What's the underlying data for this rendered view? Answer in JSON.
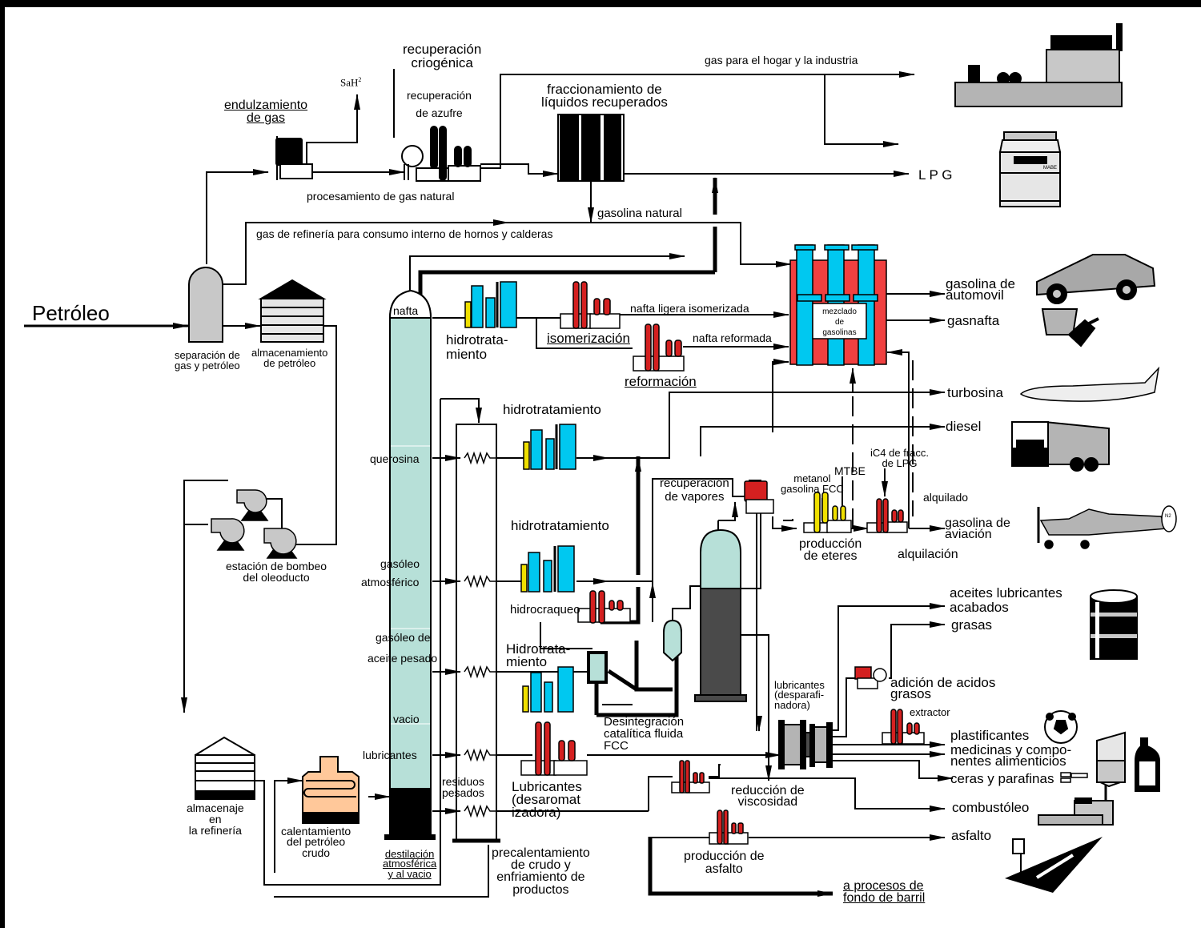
{
  "title_input": "Petróleo",
  "colors": {
    "line": "#000000",
    "column_fill": "#b7e0d8",
    "equipment_blue": "#00c8f0",
    "equipment_red": "#d42020",
    "equipment_yellow": "#f0e000",
    "blender_red": "#f04040",
    "furnace_peach": "#ffc89a",
    "icon_gray": "#c0c0c0",
    "dark_gray": "#4a4a4a"
  },
  "gas_section": {
    "sweetening": [
      "endulzamiento",
      "de gas"
    ],
    "h2s": "SaH",
    "h2s_sup": "2",
    "cryogenic": [
      "recuperación",
      "criogénica"
    ],
    "sulfur": [
      "recuperación",
      "de azufre"
    ],
    "natural_gas_processing": "procesamiento de gas natural",
    "fractionation": [
      "fraccionamiento de",
      "líquidos recuperados"
    ],
    "home_gas": "gas para el hogar y la industria",
    "lpg": "L P G",
    "natural_gasoline": "gasolina natural",
    "refinery_gas": "gas de refinería para consumo interno de hornos y calderas"
  },
  "inlet": {
    "separation": [
      "separación de",
      "gas y petróleo"
    ],
    "storage": [
      "almacenamiento",
      "de petróleo"
    ],
    "pumping": [
      "estación de bombeo",
      "del oleoducto"
    ],
    "refinery_storage": [
      "almacenaje",
      "en",
      "la refinería"
    ],
    "heating": [
      "calentamiento",
      "del petróleo",
      "crudo"
    ]
  },
  "column": {
    "cuts": [
      "nafta",
      "querosina",
      "gasóleo",
      "atmosférico",
      "gasóleo de",
      "aceite pesado",
      "vacio",
      "lubricantes"
    ],
    "residue": [
      "residuos",
      "pesados"
    ],
    "name": [
      "destilación",
      "atmosférica",
      "y al vacio"
    ],
    "preheat": [
      "precalentamiento",
      "de crudo y",
      "enfriamiento de",
      "productos"
    ]
  },
  "processes": {
    "naphtha_hydrotreat": [
      "hidrotrata-",
      "miento"
    ],
    "isomerization": "isomerización",
    "reforming": "reformación",
    "iso_naphtha": "nafta ligera isomerizada",
    "reformed_naphtha": "nafta reformada",
    "blending": [
      "mezclado",
      "de",
      "gasolinas"
    ],
    "kero_hydrotreat": "hidrotratamiento",
    "gasoil_hydrotreat": "hidrotratamiento",
    "hydrocracking": "hidrocraqueo",
    "heavy_hydrotreat": [
      "Hidrotrata-",
      "miento"
    ],
    "fcc": [
      "Desintegración",
      "catalítica fluida",
      "FCC"
    ],
    "vapor_recovery": [
      "recuperación",
      "de vapores"
    ],
    "methanol": [
      "metanol",
      "gasolina FCC"
    ],
    "mtbe": "MTBE",
    "ic4": [
      "iC4 de fracc.",
      "de LPG"
    ],
    "alkylate": "alquilado",
    "ethers": [
      "producción",
      "de eteres"
    ],
    "alkylation": "alquilación",
    "lube_dearom": [
      "Lubricantes",
      "(desaromat",
      "izadora)"
    ],
    "lube_dewax": [
      "lubricantes",
      "(desparafi-",
      "nadora)"
    ],
    "fatty_acids": [
      "adición de acidos",
      "grasos"
    ],
    "extractor": "extractor",
    "visbreaking": [
      "reducción de",
      "viscosidad"
    ],
    "asphalt_prod": [
      "producción de",
      "asfalto"
    ],
    "bottoms": [
      "a procesos de",
      "fondo de barril"
    ]
  },
  "products": {
    "auto_gasoline": [
      "gasolina de",
      "automovil"
    ],
    "gasnafta": "gasnafta",
    "jet": "turbosina",
    "diesel": "diesel",
    "aviation_gasoline": [
      "gasolina de",
      "aviación"
    ],
    "lubes": [
      "aceites lubricantes",
      "acabados"
    ],
    "greases": "grasas",
    "plasticizers": "plastificantes",
    "medicines": [
      "medicinas y compo-",
      "nentes alimenticios"
    ],
    "waxes": "ceras y parafinas",
    "fuel_oil": "combustóleo",
    "asphalt": "asfalto"
  },
  "icons": {
    "stove_brand": "MABE",
    "plane_tail": "N2"
  }
}
